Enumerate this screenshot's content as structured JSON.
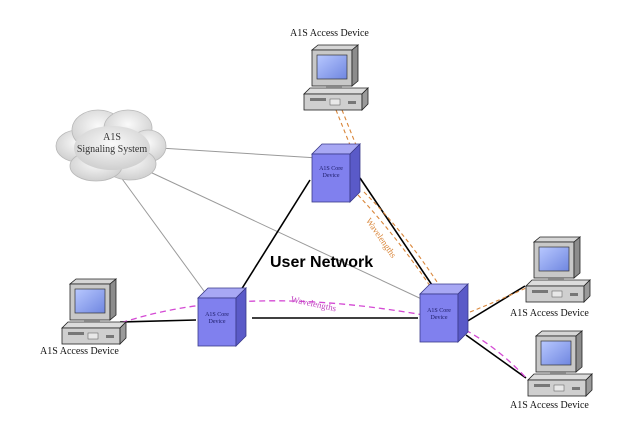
{
  "title": "User Network",
  "cloud": {
    "line1": "A1S",
    "line2": "Signaling System"
  },
  "core_devices": [
    {
      "line1": "A1S Core",
      "line2": "Device"
    },
    {
      "line1": "A1S Core",
      "line2": "Device"
    },
    {
      "line1": "A1S Core",
      "line2": "Device"
    }
  ],
  "access_devices": [
    {
      "label": "A1S Access Device"
    },
    {
      "label": "A1S Access Device"
    },
    {
      "label": "A1S Access Device"
    },
    {
      "label": "A1S Access Device"
    }
  ],
  "wavelength_labels": {
    "orange": "Wavelengths",
    "pink": "Wavelengths"
  },
  "colors": {
    "cube_front": "#8080ee",
    "link_line": "#000000",
    "signal_line": "#999999",
    "orange_dash": "#d9863a",
    "pink_dash": "#d44ad4"
  }
}
